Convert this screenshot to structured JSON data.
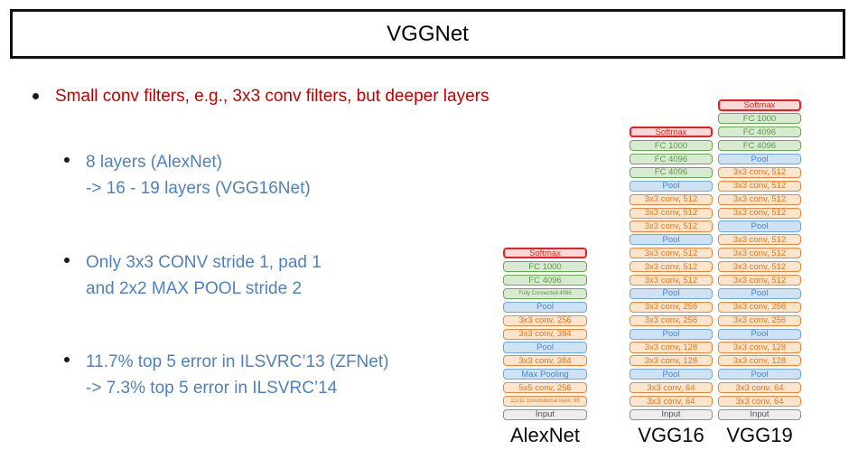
{
  "title": "VGGNet",
  "bullets": {
    "main": "Small conv filters, e.g., 3x3 conv filters, but deeper layers",
    "sub": [
      {
        "line1": "8 layers (AlexNet)",
        "line2": "-> 16 - 19 layers (VGG16Net)"
      },
      {
        "line1": "Only 3x3 CONV stride 1, pad 1",
        "line2": "and 2x2 MAX POOL stride 2"
      },
      {
        "line1": "11.7% top 5 error in ILSVRC’13 (ZFNet)",
        "line2": "-> 7.3% top 5 error in ILSVRC’14"
      }
    ]
  },
  "colors": {
    "title_text": "#000000",
    "main_bullet_text": "#c00000",
    "sub_bullet_text": "#4f81bd",
    "layer_types": {
      "softmax": {
        "border": "#ee1c24",
        "fill": "#fbd9d7",
        "text": "#d62b23"
      },
      "fc": {
        "border": "#6aa84f",
        "fill": "#d9ead3",
        "text": "#5a9a42"
      },
      "pool": {
        "border": "#6fa8dc",
        "fill": "#cfe2f3",
        "text": "#4a86c8"
      },
      "conv": {
        "border": "#e8873a",
        "fill": "#fce5cd",
        "text": "#e0761a"
      },
      "input": {
        "border": "#8e8e8e",
        "fill": "#ededed",
        "text": "#4f4f4f"
      }
    }
  },
  "networks": [
    {
      "name": "AlexNet",
      "layers": [
        {
          "label": "Softmax",
          "type": "softmax"
        },
        {
          "label": "FC 1000",
          "type": "fc"
        },
        {
          "label": "FC 4096",
          "type": "fc"
        },
        {
          "label": "Fully Connected 4096",
          "type": "fc",
          "small": true
        },
        {
          "label": "Pool",
          "type": "pool"
        },
        {
          "label": "3x3 conv, 256",
          "type": "conv"
        },
        {
          "label": "3x3 conv, 384",
          "type": "conv"
        },
        {
          "label": "Pool",
          "type": "pool"
        },
        {
          "label": "3x3 conv, 384",
          "type": "conv"
        },
        {
          "label": "Max Pooling",
          "type": "pool"
        },
        {
          "label": "5x5 conv, 256",
          "type": "conv"
        },
        {
          "label": "11x11 convolutional layer, 96",
          "type": "conv",
          "small": true
        },
        {
          "label": "Input",
          "type": "input"
        }
      ]
    },
    {
      "name": "VGG16",
      "layers": [
        {
          "label": "Softmax",
          "type": "softmax"
        },
        {
          "label": "FC 1000",
          "type": "fc"
        },
        {
          "label": "FC 4096",
          "type": "fc"
        },
        {
          "label": "FC 4096",
          "type": "fc"
        },
        {
          "label": "Pool",
          "type": "pool"
        },
        {
          "label": "3x3 conv, 512",
          "type": "conv"
        },
        {
          "label": "3x3 conv, 512",
          "type": "conv"
        },
        {
          "label": "3x3 conv, 512",
          "type": "conv"
        },
        {
          "label": "Pool",
          "type": "pool"
        },
        {
          "label": "3x3 conv, 512",
          "type": "conv"
        },
        {
          "label": "3x3 conv, 512",
          "type": "conv"
        },
        {
          "label": "3x3 conv, 512",
          "type": "conv"
        },
        {
          "label": "Pool",
          "type": "pool"
        },
        {
          "label": "3x3 conv, 256",
          "type": "conv"
        },
        {
          "label": "3x3 conv, 256",
          "type": "conv"
        },
        {
          "label": "Pool",
          "type": "pool"
        },
        {
          "label": "3x3 conv, 128",
          "type": "conv"
        },
        {
          "label": "3x3 conv, 128",
          "type": "conv"
        },
        {
          "label": "Pool",
          "type": "pool"
        },
        {
          "label": "3x3 conv, 64",
          "type": "conv"
        },
        {
          "label": "3x3 conv, 64",
          "type": "conv"
        },
        {
          "label": "Input",
          "type": "input"
        }
      ]
    },
    {
      "name": "VGG19",
      "layers": [
        {
          "label": "Softmax",
          "type": "softmax"
        },
        {
          "label": "FC 1000",
          "type": "fc"
        },
        {
          "label": "FC 4096",
          "type": "fc"
        },
        {
          "label": "FC 4096",
          "type": "fc"
        },
        {
          "label": "Pool",
          "type": "pool"
        },
        {
          "label": "3x3 conv, 512",
          "type": "conv"
        },
        {
          "label": "3x3 conv, 512",
          "type": "conv"
        },
        {
          "label": "3x3 conv, 512",
          "type": "conv"
        },
        {
          "label": "3x3 conv, 512",
          "type": "conv"
        },
        {
          "label": "Pool",
          "type": "pool"
        },
        {
          "label": "3x3 conv, 512",
          "type": "conv"
        },
        {
          "label": "3x3 conv, 512",
          "type": "conv"
        },
        {
          "label": "3x3 conv, 512",
          "type": "conv"
        },
        {
          "label": "3x3 conv, 512",
          "type": "conv"
        },
        {
          "label": "Pool",
          "type": "pool"
        },
        {
          "label": "3x3 conv, 256",
          "type": "conv"
        },
        {
          "label": "3x3 conv, 256",
          "type": "conv"
        },
        {
          "label": "Pool",
          "type": "pool"
        },
        {
          "label": "3x3 conv, 128",
          "type": "conv"
        },
        {
          "label": "3x3 conv, 128",
          "type": "conv"
        },
        {
          "label": "Pool",
          "type": "pool"
        },
        {
          "label": "3x3 conv, 64",
          "type": "conv"
        },
        {
          "label": "3x3 conv, 64",
          "type": "conv"
        },
        {
          "label": "Input",
          "type": "input"
        }
      ]
    }
  ]
}
